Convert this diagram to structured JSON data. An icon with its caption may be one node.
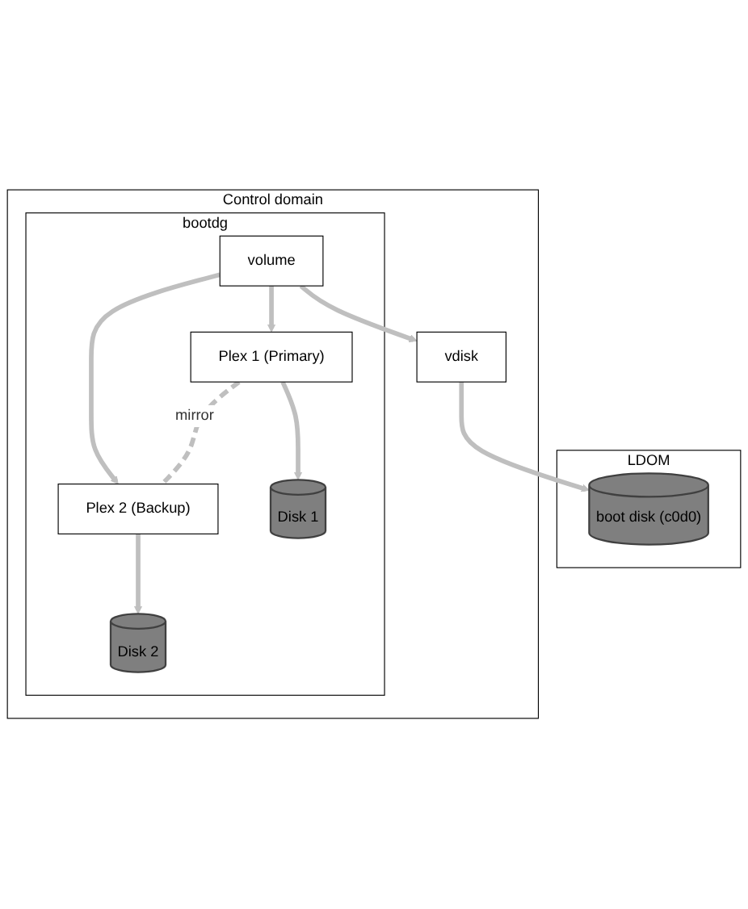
{
  "diagram": {
    "nodes": [
      {
        "text": [
          "LDOM"
        ]
      },
      {
        "text": [
          "boot disk (c0d0)"
        ],
        "in": 0
      },
      {
        "text": [
          "Control domain"
        ]
      },
      {
        "text": [
          "vdisk"
        ],
        "in": 2
      },
      {
        "text": [
          "bootdg"
        ],
        "in": 2
      },
      {
        "text": [
          "volume"
        ],
        "in": 4
      },
      {
        "text": [
          "Plex 1 (Primary)"
        ],
        "in": 4
      },
      {
        "text": [
          "Plex 2 (Backup)"
        ],
        "in": 4
      },
      {
        "text": [
          "Disk 1"
        ],
        "in": 4
      },
      {
        "text": [
          "Disk 2"
        ],
        "in": 4
      }
    ],
    "edges": [
      {
        "from": 3,
        "to": 1,
        "arrow": "to"
      },
      {
        "from": 5,
        "to": 3,
        "arrow": "to"
      },
      {
        "from": 5,
        "to": 6,
        "arrow": "to"
      },
      {
        "from": 5,
        "to": 7,
        "arrow": "to"
      },
      {
        "from": 6,
        "to": 7,
        "arrow": "none",
        "label": "mirror",
        "style": "dashed"
      },
      {
        "from": 6,
        "to": 8,
        "arrow": "to"
      },
      {
        "from": 7,
        "to": 9,
        "arrow": "to"
      }
    ]
  }
}
